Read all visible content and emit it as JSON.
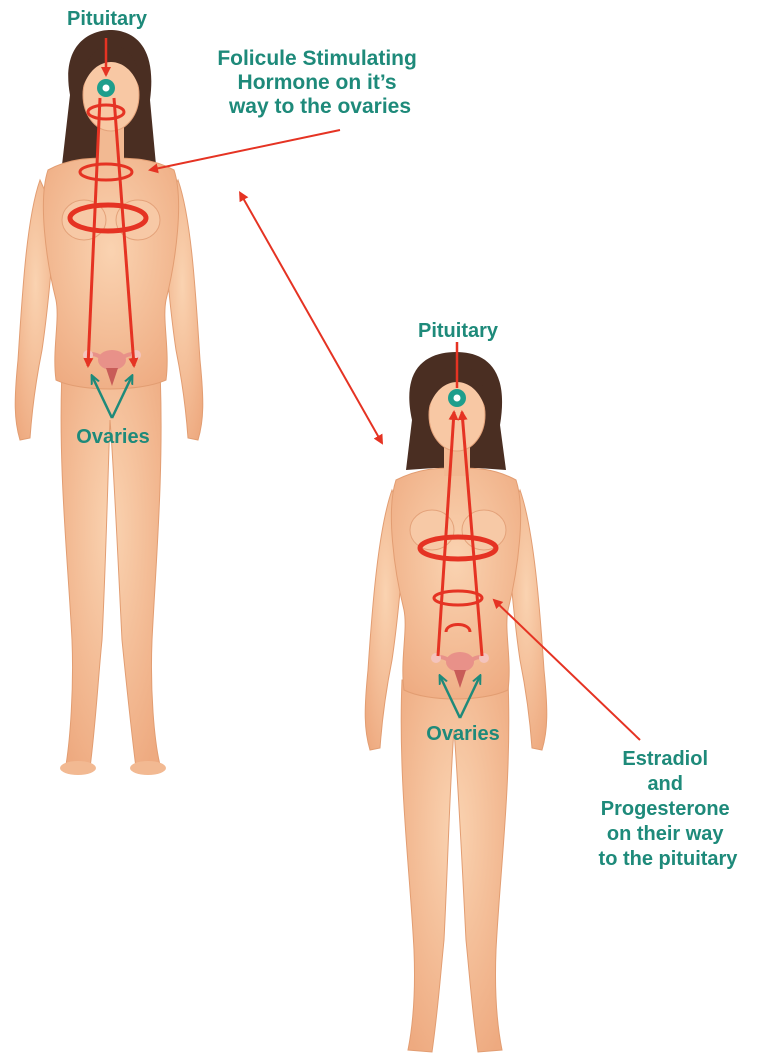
{
  "figure_left": {
    "top_label": "Pituitary",
    "hormone_label_lines": [
      "Folicule Stimulating",
      "Hormone on it’s",
      "way to the ovaries"
    ],
    "ovaries_label": "Ovaries"
  },
  "figure_right": {
    "top_label": "Pituitary",
    "ovaries_label": "Ovaries",
    "hormone_label_lines": [
      "Estradiol",
      "and",
      "Progesterone",
      "on their way",
      "to the pituitary"
    ]
  },
  "colors": {
    "label_text": "#1e8a7a",
    "arrow_red": "#e53323",
    "skin": "#f5c19a",
    "skin_shadow": "#e9a67c",
    "hair": "#4a2e22",
    "pituitary_marker": "#1e9e8c"
  },
  "icons": {
    "pituitary_marker": "circle-target",
    "ovaries": "uterus-illustration"
  }
}
